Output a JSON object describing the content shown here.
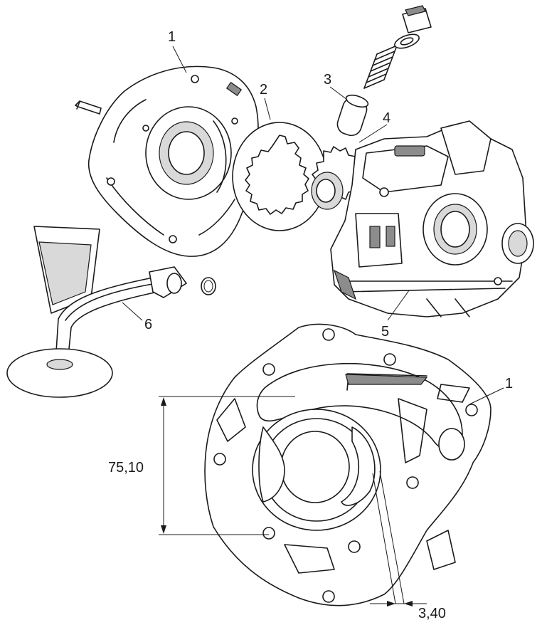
{
  "labels": {
    "cover_top": "1",
    "outer_gear": "2",
    "piston": "3",
    "inner_gear": "4",
    "pump_body": "5",
    "oil_pickup": "6",
    "cover_bottom": "1"
  },
  "dimensions": {
    "height": "75,10",
    "gap": "3,40"
  }
}
